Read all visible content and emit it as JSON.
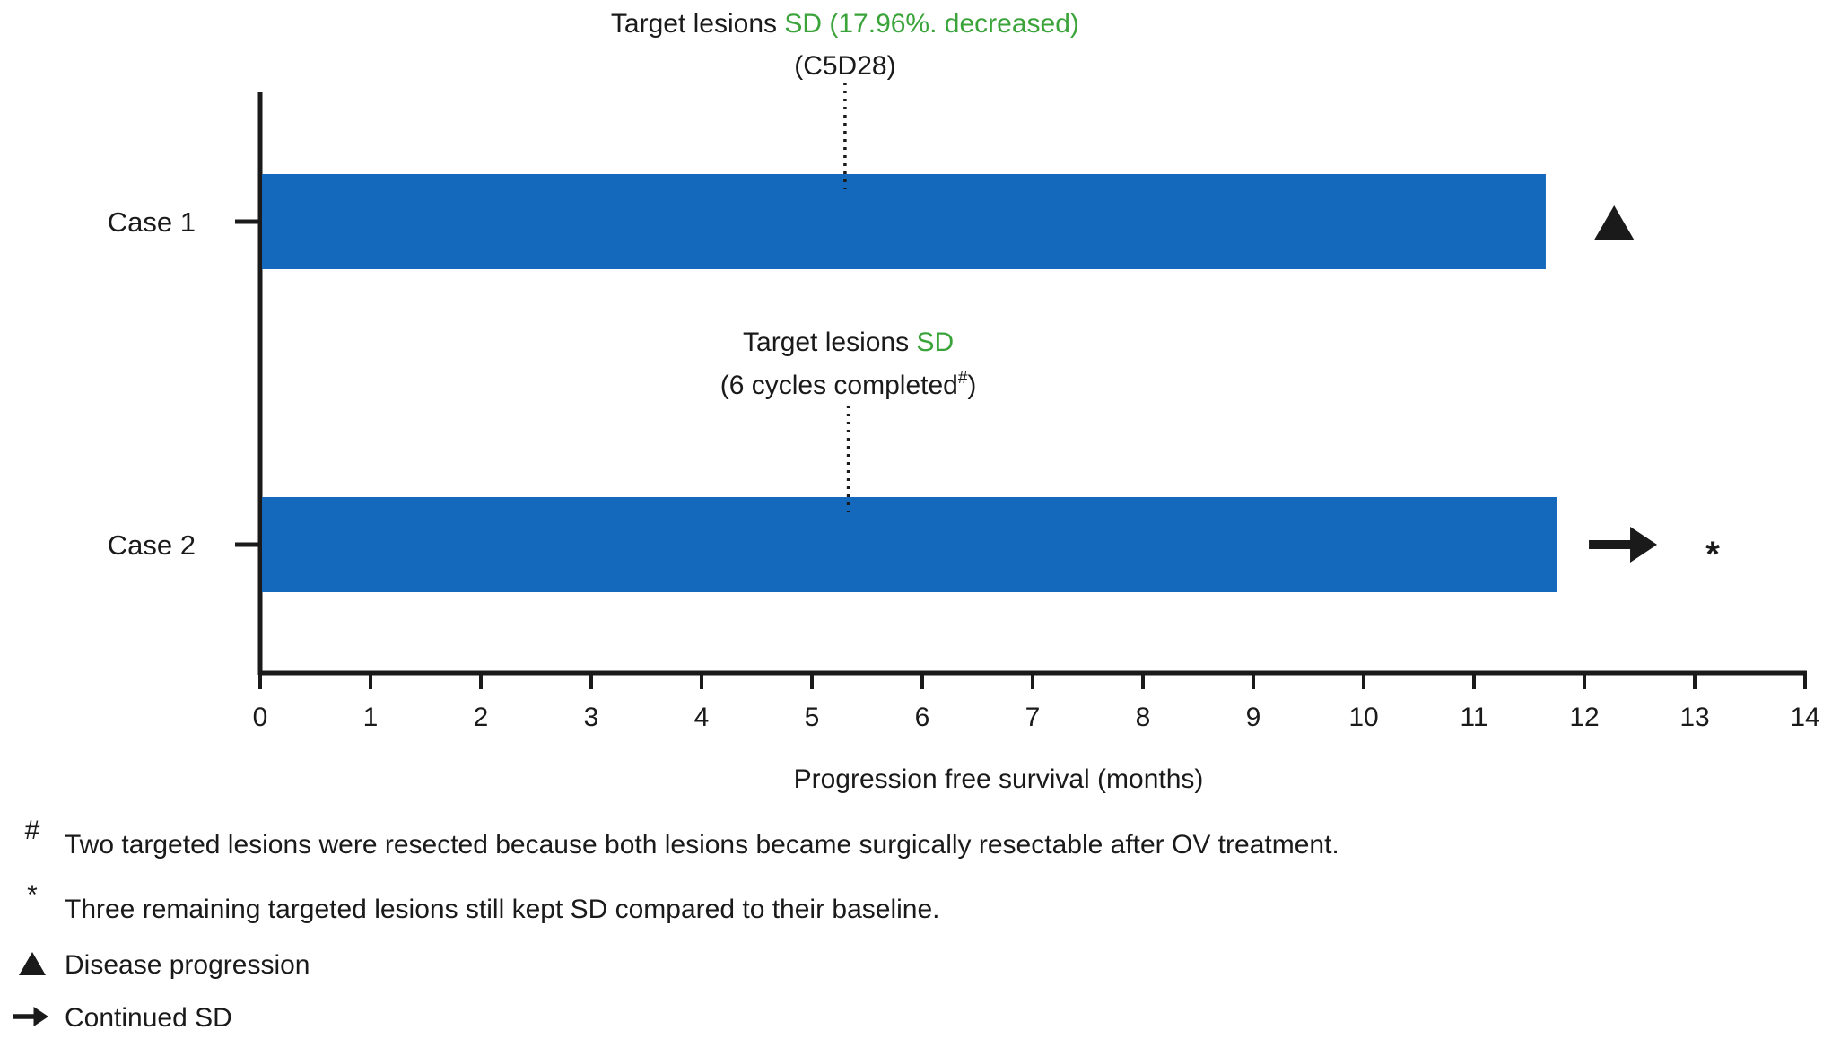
{
  "chart_data": {
    "type": "bar",
    "orientation": "horizontal",
    "categories": [
      "Case 1",
      "Case 2"
    ],
    "values": [
      11.65,
      11.75
    ],
    "xlabel": "Progression free survival (months)",
    "xlim": [
      0,
      14
    ],
    "xticks": [
      "0",
      "1",
      "2",
      "3",
      "4",
      "5",
      "6",
      "7",
      "8",
      "9",
      "10",
      "11",
      "12",
      "13",
      "14"
    ],
    "bar_color": "#1469bd",
    "highlight_color": "#3aa33a",
    "annotations": [
      {
        "category": "Case 1",
        "x": 5.3,
        "line1_prefix": "Target lesions ",
        "line1_highlight": "SD (17.96%. decreased)",
        "line2": "(C5D28)"
      },
      {
        "category": "Case 2",
        "x": 5.33,
        "line1_prefix": "Target lesions ",
        "line1_highlight": "SD",
        "line2_main": "(6 cycles completed",
        "line2_sup": "#",
        "line2_close": ")"
      }
    ],
    "markers": [
      {
        "category": "Case 1",
        "x": 12.27,
        "symbol": "triangle",
        "meaning": "Disease progression"
      },
      {
        "category": "Case 2",
        "x": 12.35,
        "symbol": "arrow",
        "meaning": "Continued SD",
        "note_symbol": "*"
      }
    ],
    "footnotes": [
      {
        "symbol": "#",
        "text": "Two targeted lesions were resected because both lesions became surgically resectable after OV treatment."
      },
      {
        "symbol": "*",
        "text": "Three remaining targeted lesions still kept SD compared to their baseline."
      }
    ],
    "legend": [
      {
        "symbol": "triangle",
        "text": "Disease progression"
      },
      {
        "symbol": "arrow",
        "text": "Continued SD"
      }
    ]
  }
}
